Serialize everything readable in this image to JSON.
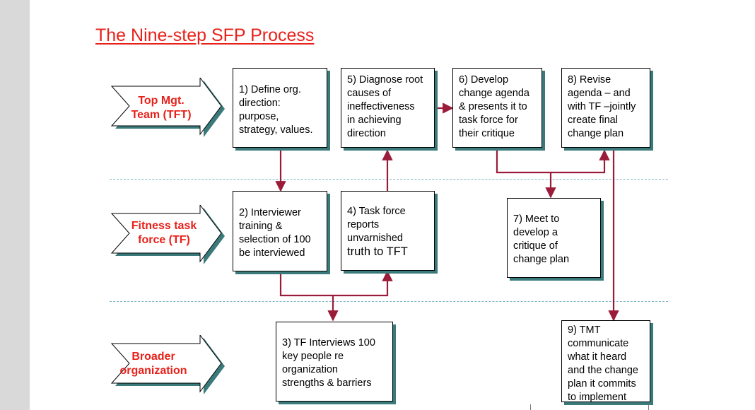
{
  "title": "The Nine-step SFP Process",
  "colors": {
    "title": "#e8211a",
    "lane_label": "#e8211a",
    "connector": "#9b1c3a",
    "box_shadow": "#3b7a7a",
    "lane_divider": "#7fb5c6"
  },
  "lanes": [
    {
      "id": "top",
      "label": "Top Mgt.\nTeam (TFT)"
    },
    {
      "id": "task-force",
      "label": "Fitness task\nforce (TF)"
    },
    {
      "id": "broader",
      "label": "Broader\norganization"
    }
  ],
  "steps": [
    {
      "id": "step1",
      "text": "1) Define org.\ndirection:\npurpose,\nstrategy, values."
    },
    {
      "id": "step2",
      "text": "2) Interviewer\ntraining &\nselection of 100\nbe interviewed"
    },
    {
      "id": "step3",
      "text": "3) TF Interviews 100\nkey people re\norganization\nstrengths & barriers"
    },
    {
      "id": "step4",
      "text": "4) Task force\nreports\nunvarnished",
      "text_big": "truth to TFT"
    },
    {
      "id": "step5",
      "text": "5) Diagnose root\ncauses of\nineffectiveness\nin achieving\ndirection"
    },
    {
      "id": "step6",
      "text": "6) Develop\nchange agenda\n& presents it to\ntask force for\ntheir critique"
    },
    {
      "id": "step7",
      "text": "7) Meet to\ndevelop a\ncritique of\nchange plan"
    },
    {
      "id": "step8",
      "text": "8) Revise\nagenda – and\nwith TF –jointly\ncreate final\nchange plan"
    },
    {
      "id": "step9",
      "text": "9) TMT\ncommunicate\nwhat it heard\nand  the change\nplan it commits\nto implement"
    }
  ]
}
